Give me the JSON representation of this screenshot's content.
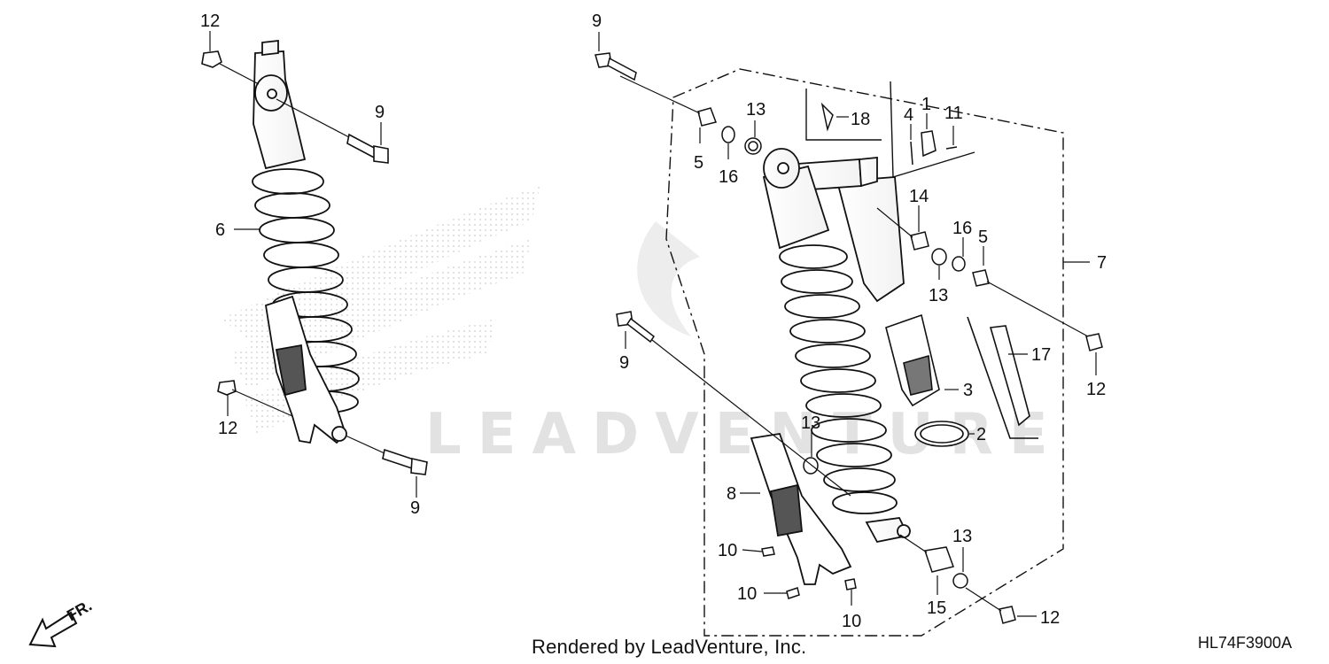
{
  "callouts": {
    "c12_tl": "12",
    "c9_top_left": "9",
    "c6": "6",
    "c12_bl": "12",
    "c9_bottom_left": "9",
    "c9_top_right": "9",
    "c13_a": "13",
    "c5_a": "5",
    "c16_a": "16",
    "c18": "18",
    "c4": "4",
    "c1": "1",
    "c11": "11",
    "c14": "14",
    "c16_b": "16",
    "c5_b": "5",
    "c13_b": "13",
    "c7": "7",
    "c17": "17",
    "c12_r": "12",
    "c9_mid": "9",
    "c3": "3",
    "c13_c": "13",
    "c2": "2",
    "c8": "8",
    "c10_a": "10",
    "c10_b": "10",
    "c10_c": "10",
    "c13_d": "13",
    "c15": "15",
    "c12_br": "12"
  },
  "direction_label": "FR.",
  "watermark": "LEADVENTURE",
  "footer": {
    "credit": "Rendered by LeadVenture, Inc.",
    "diagram_code": "HL74F3900A"
  }
}
